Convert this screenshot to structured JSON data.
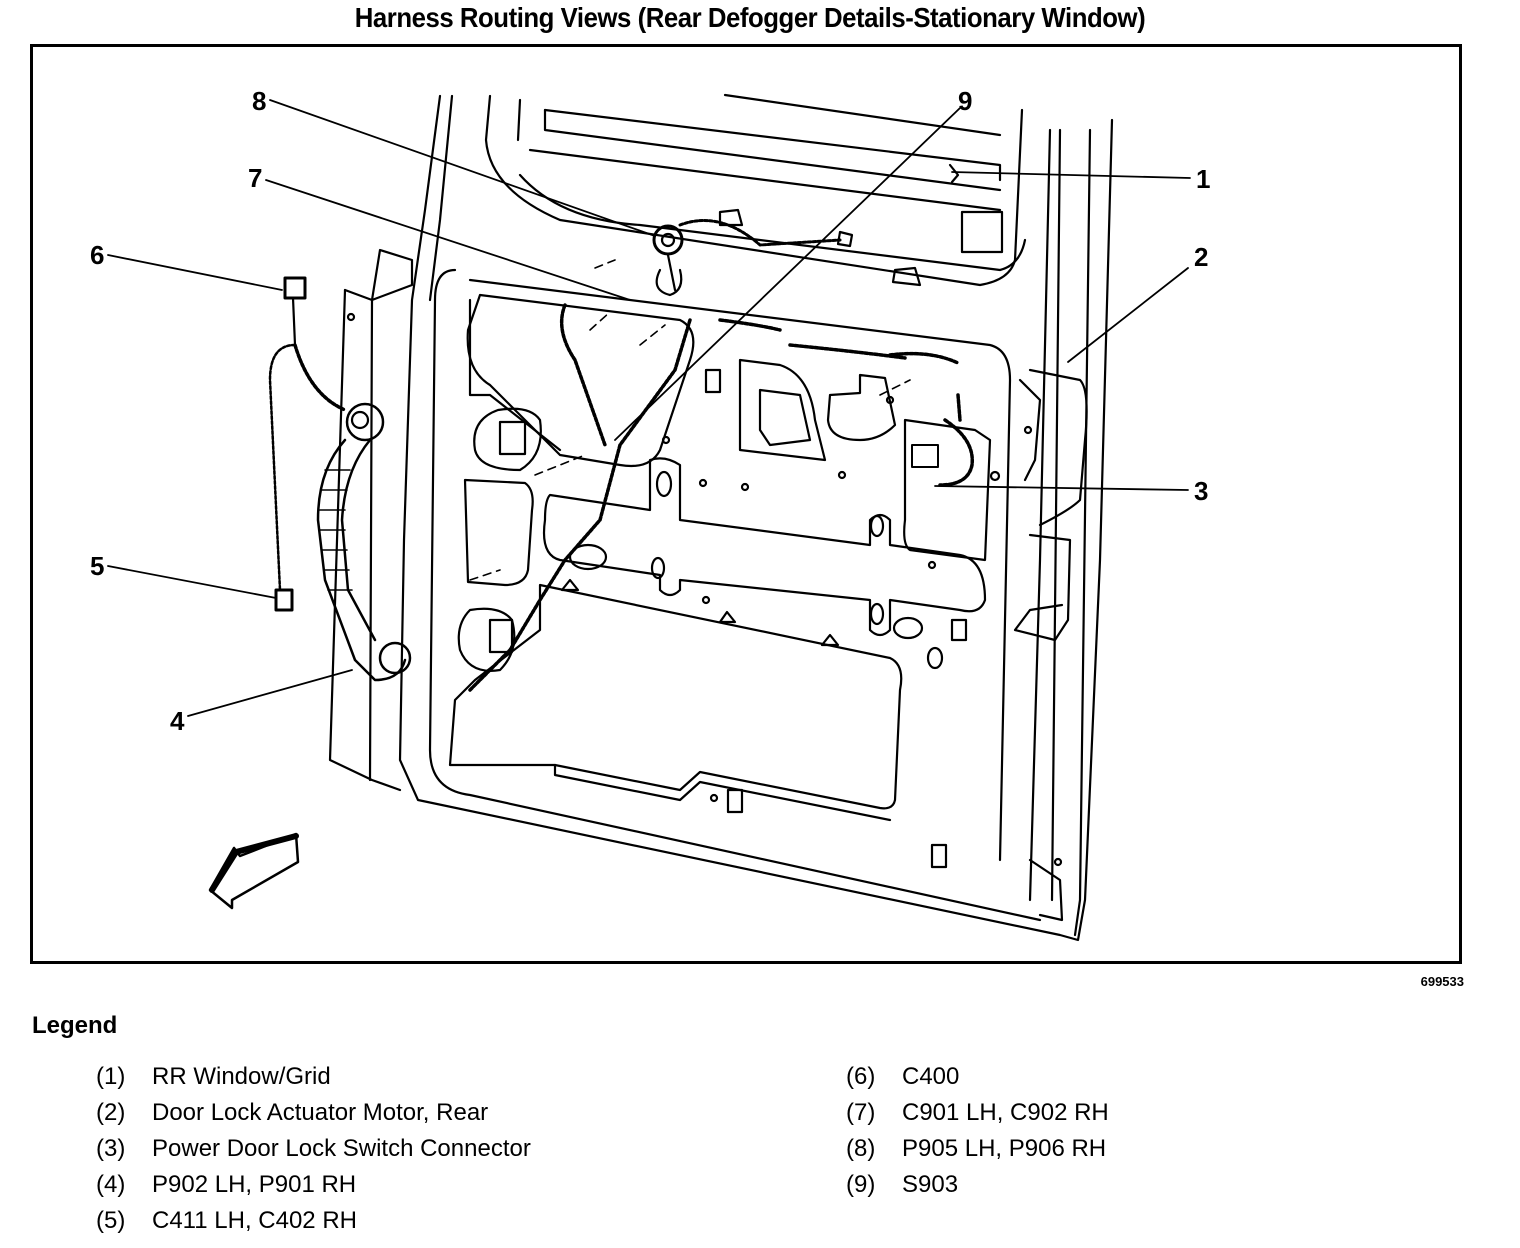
{
  "title": "Harness Routing Views (Rear Defogger Details-Stationary Window)",
  "figure_id": "699533",
  "callouts": [
    "1",
    "2",
    "3",
    "4",
    "5",
    "6",
    "7",
    "8",
    "9"
  ],
  "legend": {
    "title": "Legend",
    "items": [
      {
        "num": "(1)",
        "label": "RR Window/Grid"
      },
      {
        "num": "(2)",
        "label": "Door Lock Actuator Motor, Rear"
      },
      {
        "num": "(3)",
        "label": "Power Door Lock Switch Connector"
      },
      {
        "num": "(4)",
        "label": "P902 LH, P901 RH"
      },
      {
        "num": "(5)",
        "label": "C411 LH, C402 RH"
      },
      {
        "num": "(6)",
        "label": "C400"
      },
      {
        "num": "(7)",
        "label": "C901 LH, C902 RH"
      },
      {
        "num": "(8)",
        "label": "P905 LH, P906 RH"
      },
      {
        "num": "(9)",
        "label": "S903"
      }
    ]
  },
  "icons": {
    "front_arrow": "direction-arrow-icon"
  }
}
